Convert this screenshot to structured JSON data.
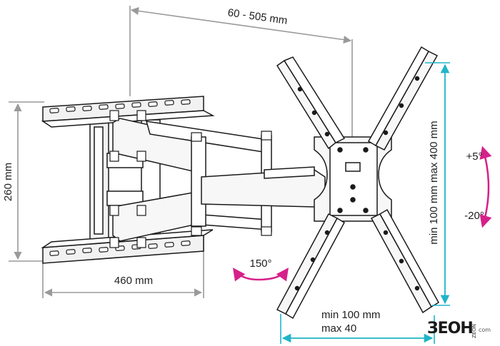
{
  "labels": {
    "span_top": "60 - 505 mm",
    "height_left": "260 mm",
    "width_bottom": "460 mm",
    "swivel": "150°",
    "tilt_up": "+5°",
    "tilt_down": "-20°",
    "vesa_vertical": "min 100 mm max 400 mm",
    "vesa_h_min": "min 100 mm",
    "vesa_h_max": "max 40"
  },
  "logo": {
    "main": "ЗЕОН",
    "sub": "ZEON",
    "tail": "com"
  },
  "colors": {
    "dimension_gray": "#9a9a9a",
    "dimension_cyan": "#1fb5c7",
    "rotation_magenta": "#d6208a",
    "line": "#1a1a1a",
    "metal_fill": "#f2f2f2"
  }
}
